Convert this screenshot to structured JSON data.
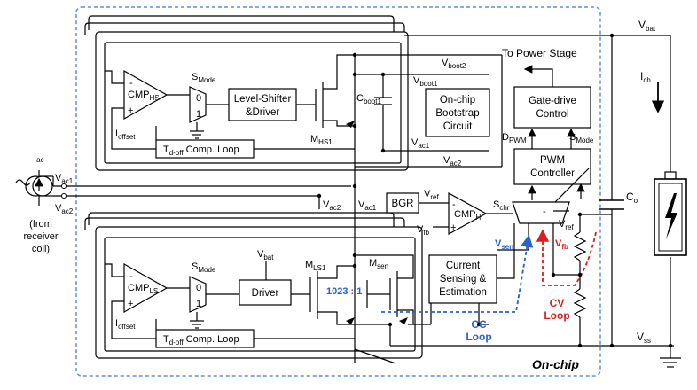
{
  "labels": {
    "vbat_top": "V",
    "vbat_top_sub": "bat",
    "vss": "V",
    "vss_sub": "ss",
    "ich": "I",
    "ich_sub": "ch",
    "co": "C",
    "co_sub": "o",
    "to_power_stage": "To Power Stage",
    "gate_drive": [
      "Gate-drive",
      "Control"
    ],
    "pwm": [
      "PWM",
      "Controller"
    ],
    "dpwm": "D",
    "dpwm_sub": "PWM",
    "smode_r": "S",
    "smode_r_sub": "Mode",
    "vboot2": "V",
    "vboot2_sub": "boot2",
    "vboot1": "V",
    "vboot1_sub": "boot1",
    "bootstrap": [
      "On-chip",
      "Bootstrap",
      "Circuit"
    ],
    "vac1_r": "V",
    "vac1_r_sub": "ac1",
    "vac2_r": "V",
    "vac2_r_sub": "ac2",
    "cboot1": "C",
    "cboot1_sub": "boot1",
    "mhs1": "M",
    "mhs1_sub": "HS1",
    "level_shifter": [
      "Level-Shifter",
      "&Driver"
    ],
    "smode_hs": "S",
    "smode_hs_sub": "Mode",
    "cmp_hs": "CMP",
    "cmp_hs_sub": "HS",
    "ioffset_hs": "I",
    "ioffset_hs_sub": "offset",
    "tdoff_hs": "T",
    "tdoff_hs_sub": "d-off",
    "tdoff_hs_rest": " Comp. Loop",
    "iac": "I",
    "iac_sub": "ac",
    "vac1_l": "V",
    "vac1_l_sub": "ac1",
    "vac2_l": "V",
    "vac2_l_sub": "ac2",
    "from_receiver": [
      "(from",
      "receiver",
      "coil)"
    ],
    "vac2_mid": "V",
    "vac2_mid_sub": "ac2",
    "vac1_mid": "V",
    "vac1_mid_sub": "ac1",
    "bgr": "BGR",
    "vref_l": "V",
    "vref_l_sub": "ref",
    "vfb_l": "V",
    "vfb_l_sub": "fb",
    "cmp_h": "CMP",
    "cmp_h_sub": "H",
    "schr": "S",
    "schr_sub": "chr",
    "vref_r": "V",
    "vref_r_sub": "ref",
    "vsen": "V",
    "vsen_sub": "sen",
    "vfb_r": "V",
    "vfb_r_sub": "fb",
    "cmp_ls": "CMP",
    "cmp_ls_sub": "LS",
    "smode_ls": "S",
    "smode_ls_sub": "Mode",
    "vbat_ls": "V",
    "vbat_ls_sub": "bat",
    "driver": "Driver",
    "mls1": "M",
    "mls1_sub": "LS1",
    "msen": "M",
    "msen_sub": "sen",
    "ratio": "1023 : 1",
    "current_sensing": [
      "Current",
      "Sensing &",
      "Estimation"
    ],
    "ioffset_ls": "I",
    "ioffset_ls_sub": "offset",
    "tdoff_ls": "T",
    "tdoff_ls_sub": "d-off",
    "tdoff_ls_rest": " Comp. Loop",
    "cc_loop": [
      "CC",
      "Loop"
    ],
    "cv_loop": [
      "CV",
      "Loop"
    ],
    "on_chip": "On-chip",
    "mux0": "0",
    "mux1": "1",
    "plus": "+",
    "minus": "-"
  },
  "colors": {
    "line": "#000000",
    "onchip_border": "#5b8fd8",
    "cc_loop": "#2a62c9",
    "cv_loop": "#d81e1e"
  }
}
